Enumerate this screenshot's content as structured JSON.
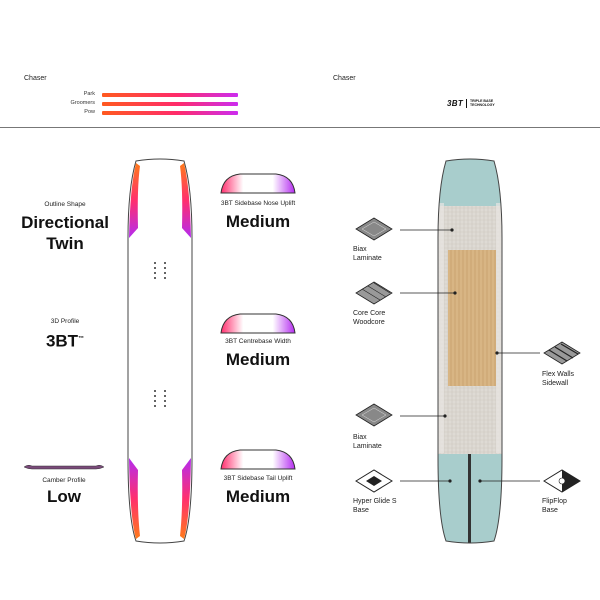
{
  "header": {
    "left_title": "Chaser",
    "right_title": "Chaser",
    "ratings": [
      {
        "label": "Park",
        "level": 1.0
      },
      {
        "label": "Groomers",
        "level": 1.0
      },
      {
        "label": "Pow",
        "level": 1.0
      }
    ],
    "logo_text": "3BT",
    "logo_caption_1": "TRIPLE BASE",
    "logo_caption_2": "TECHNOLOGY"
  },
  "left_specs": {
    "outline_label": "Outline Shape",
    "outline_value_1": "Directional",
    "outline_value_2": "Twin",
    "profile_label": "3D Profile",
    "profile_value": "3BT",
    "profile_tm": "™",
    "camber_label": "Camber Profile",
    "camber_value": "Low"
  },
  "right_specs": {
    "nose_label": "3BT Sidebase  Nose Uplift",
    "nose_value": "Medium",
    "centre_label": "3BT Centrebase Width",
    "centre_value": "Medium",
    "tail_label": "3BT Sidebase Tail Uplift",
    "tail_value": "Medium"
  },
  "construction": {
    "biax_top_1": "Biax",
    "biax_top_2": "Laminate",
    "core_1": "Core Core",
    "core_2": "Woodcore",
    "biax_bottom_1": "Biax",
    "biax_bottom_2": "Laminate",
    "base_1": "Hyper Glide S",
    "base_2": "Base",
    "flexwalls_1": "Flex Walls",
    "flexwalls_2": "Sidewall",
    "flipflop_1": "FlipFlop",
    "flipflop_2": "Base"
  },
  "colors": {
    "bar_start": "#ff5a1f",
    "bar_end": "#cc2cf0",
    "nose_tail_blue": "#a8cccb",
    "core_wood": "#d7b687",
    "fiberglass": "#dcd8d2"
  }
}
